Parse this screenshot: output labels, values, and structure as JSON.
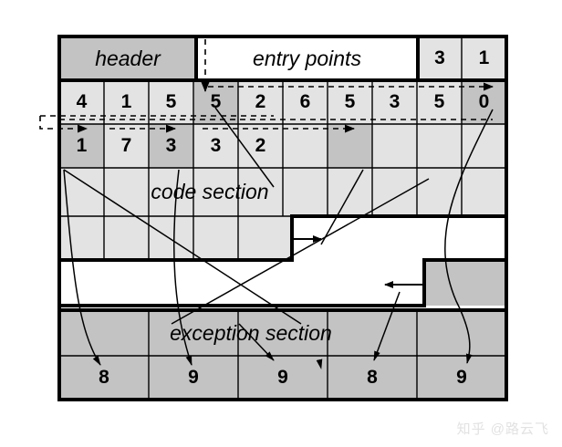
{
  "figure": {
    "type": "diagram",
    "subject": "bytecode-file-layout",
    "background_color": "#ffffff",
    "outline_color": "#000000",
    "fill_light": "#e3e3e3",
    "fill_medium": "#c3c3c3",
    "fill_dark": "#bdbdbd",
    "fill_white": "#ffffff"
  },
  "sections": {
    "header_label": "header",
    "entry_points_label": "entry points",
    "code_section_label": "code section",
    "exception_section_label": "exception section"
  },
  "rows": {
    "header_row": {
      "name": "header-and-entry-points-row",
      "trailing_cells": [
        "3",
        "1"
      ]
    },
    "entry_row": {
      "name": "entry-offsets-row",
      "cells": [
        "4",
        "1",
        "5",
        "5",
        "2",
        "6",
        "5",
        "3",
        "5",
        "0"
      ],
      "highlighted_indices": [
        3,
        9
      ]
    },
    "code_row": {
      "name": "code-bytes-row",
      "cells": [
        "1",
        "7",
        "3",
        "3",
        "2"
      ],
      "highlighted_indices": [
        0,
        2
      ],
      "extra_highlight_index": 7
    },
    "exception_row": {
      "name": "exception-handler-row",
      "cells": [
        "8",
        "9",
        "9",
        "8",
        "9"
      ]
    }
  },
  "watermark": {
    "text": "知乎 @路云飞"
  }
}
